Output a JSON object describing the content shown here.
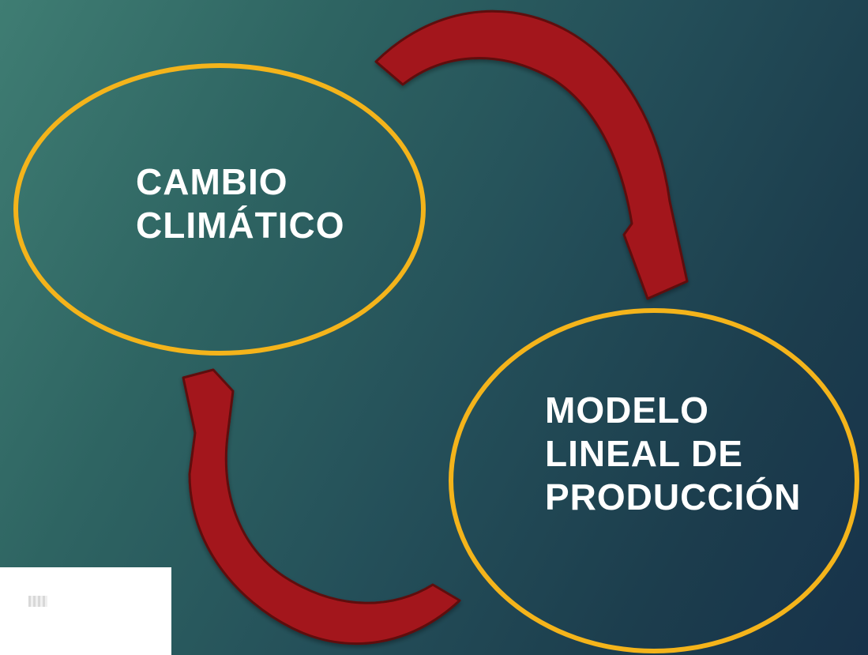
{
  "diagram": {
    "nodes": [
      {
        "id": "cambio-climatico",
        "lines": [
          "CAMBIO",
          "CLIMÁTICO"
        ]
      },
      {
        "id": "modelo-lineal",
        "lines": [
          "MODELO",
          "LINEAL DE",
          "PRODUCCIÓN"
        ]
      }
    ],
    "edges": [
      {
        "from": "cambio-climatico",
        "to": "modelo-lineal"
      },
      {
        "from": "modelo-lineal",
        "to": "cambio-climatico"
      }
    ],
    "colors": {
      "circle_border": "#f4b41b",
      "arrow_fill": "#a3171a",
      "arrow_outline": "#5e0b0d",
      "label_text": "#ffffff"
    }
  }
}
